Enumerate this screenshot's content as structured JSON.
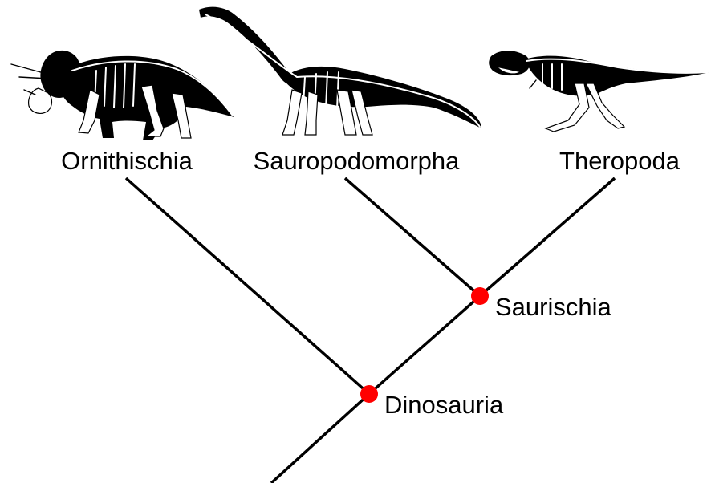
{
  "taxa": {
    "ornithischia": "Ornithischia",
    "sauropodomorpha": "Sauropodomorpha",
    "theropoda": "Theropoda"
  },
  "nodes": {
    "saurischia": "Saurischia",
    "dinosauria": "Dinosauria"
  },
  "icons": {
    "ornithischia": "triceratops-skeleton-icon",
    "sauropodomorpha": "sauropod-skeleton-icon",
    "theropoda": "theropod-skeleton-icon"
  },
  "colors": {
    "branch": "#000000",
    "node": "#ff0000",
    "background": "#ffffff"
  }
}
